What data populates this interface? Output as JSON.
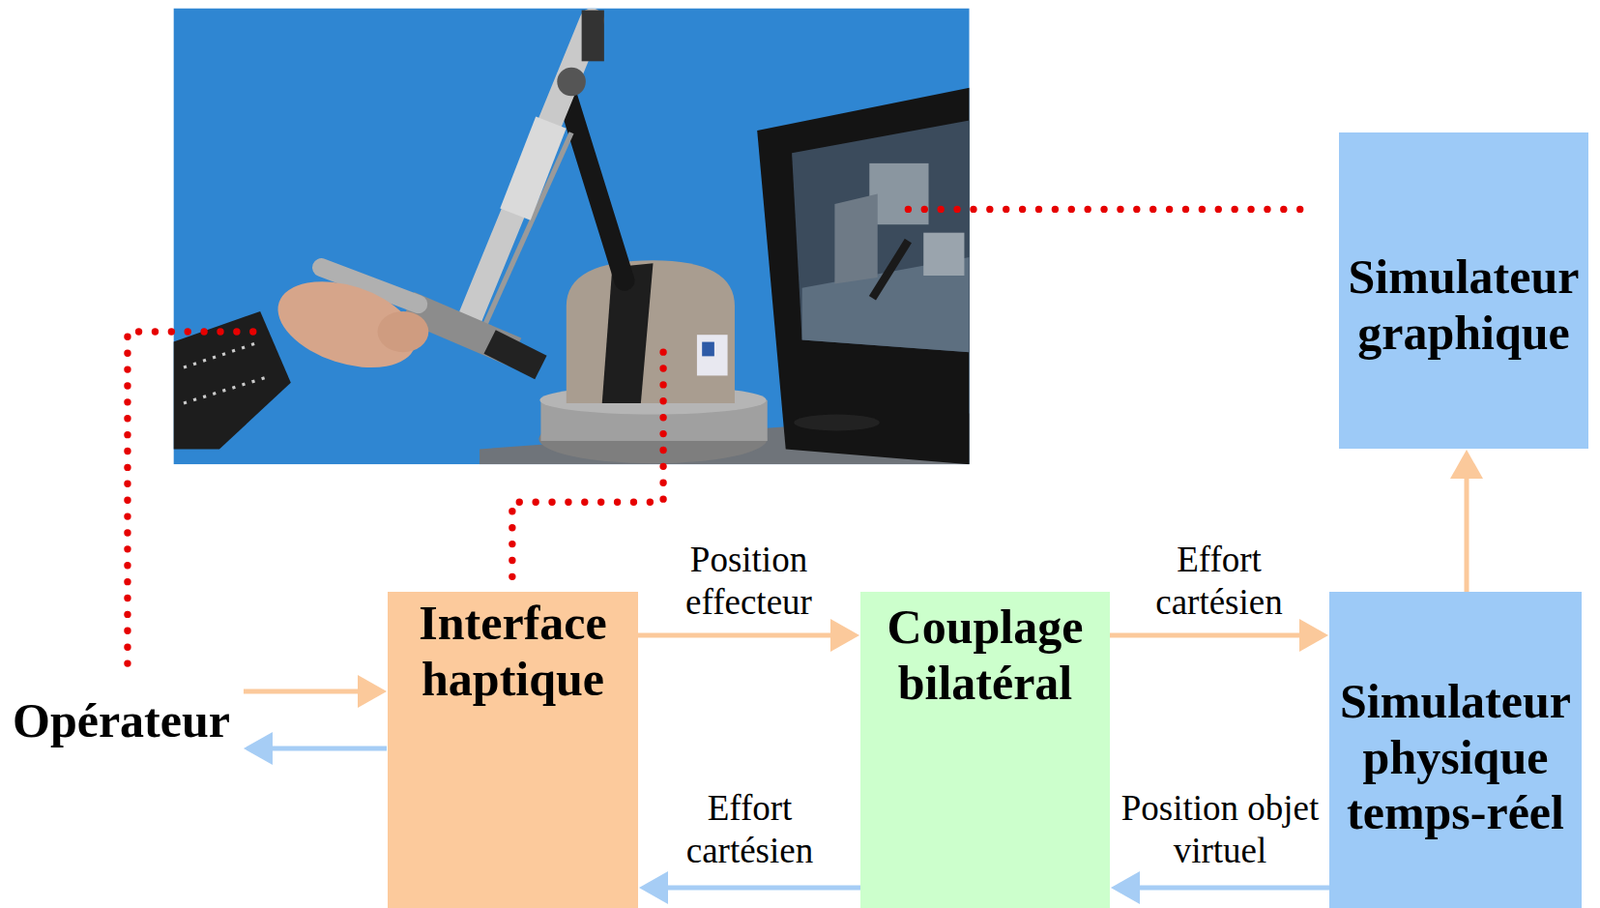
{
  "diagram": {
    "nodes": [
      {
        "text": [
          "Opérateur"
        ]
      },
      {
        "text": [
          "Interface haptique"
        ]
      },
      {
        "text": [
          "Couplage bilatéral"
        ]
      },
      {
        "text": [
          "Simulateur physique temps-réel"
        ]
      },
      {
        "text": [
          "Simulateur graphique"
        ]
      }
    ],
    "edges": [
      {
        "from": 0,
        "to": 1,
        "arrow": "to"
      },
      {
        "from": 1,
        "to": 0,
        "arrow": "to"
      },
      {
        "from": 1,
        "to": 2,
        "label": "Position effecteur",
        "arrow": "to"
      },
      {
        "from": 2,
        "to": 1,
        "label": "Effort cartésien",
        "arrow": "to"
      },
      {
        "from": 2,
        "to": 3,
        "label": "Effort cartésien",
        "arrow": "to"
      },
      {
        "from": 3,
        "to": 2,
        "label": "Position objet virtuel",
        "arrow": "to"
      },
      {
        "from": 3,
        "to": 4,
        "arrow": "to"
      }
    ]
  }
}
